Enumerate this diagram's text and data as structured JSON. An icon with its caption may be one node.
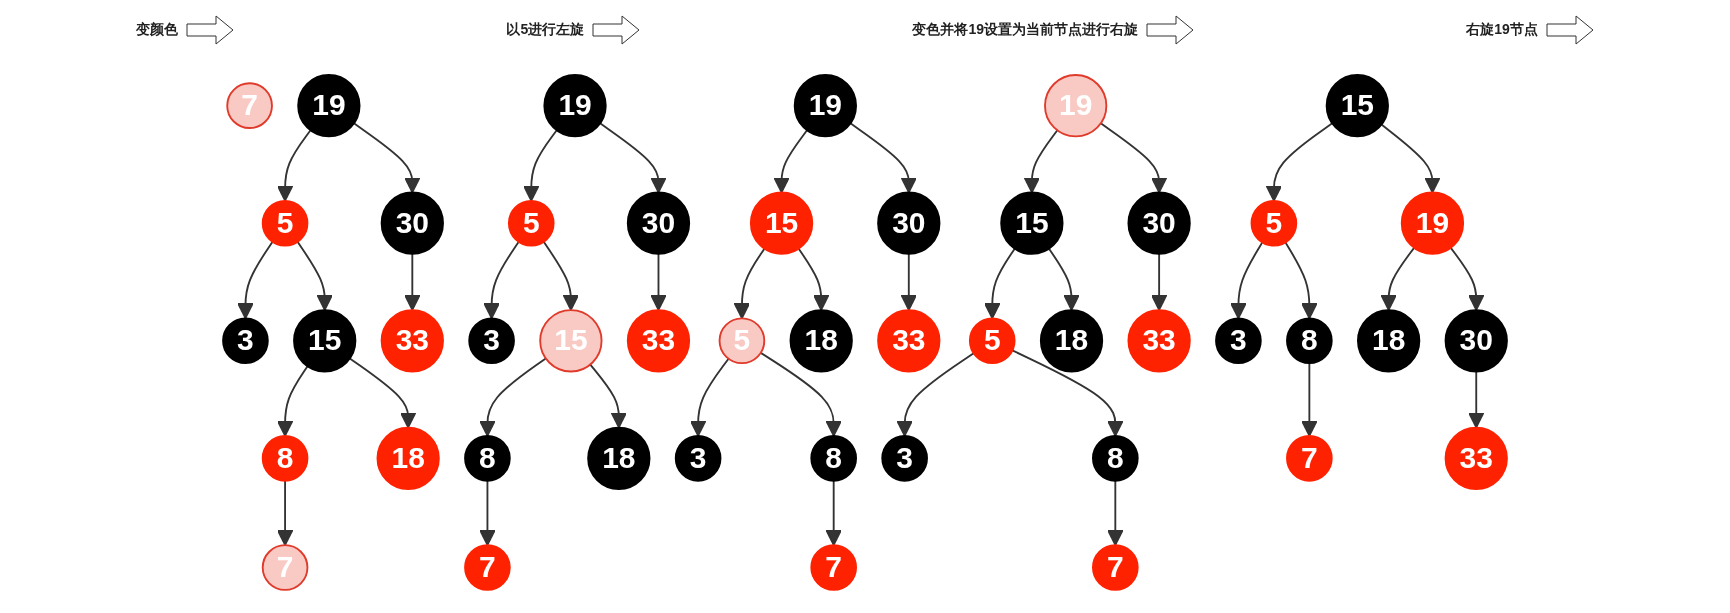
{
  "diagram": {
    "nodes": [
      {
        "text": [
          "7"
        ]
      },
      {
        "text": [
          "19"
        ]
      },
      {
        "text": [
          "5"
        ]
      },
      {
        "text": [
          "30"
        ]
      },
      {
        "text": [
          "3"
        ]
      },
      {
        "text": [
          "15"
        ]
      },
      {
        "text": [
          "33"
        ]
      },
      {
        "text": [
          "8"
        ]
      },
      {
        "text": [
          "18"
        ]
      },
      {
        "text": [
          "7"
        ]
      },
      {
        "text": [
          "19"
        ]
      },
      {
        "text": [
          "5"
        ]
      },
      {
        "text": [
          "30"
        ]
      },
      {
        "text": [
          "3"
        ]
      },
      {
        "text": [
          "15"
        ]
      },
      {
        "text": [
          "33"
        ]
      },
      {
        "text": [
          "8"
        ]
      },
      {
        "text": [
          "18"
        ]
      },
      {
        "text": [
          "7"
        ]
      },
      {
        "text": [
          "19"
        ]
      },
      {
        "text": [
          "15"
        ]
      },
      {
        "text": [
          "30"
        ]
      },
      {
        "text": [
          "5"
        ]
      },
      {
        "text": [
          "18"
        ]
      },
      {
        "text": [
          "33"
        ]
      },
      {
        "text": [
          "3"
        ]
      },
      {
        "text": [
          "8"
        ]
      },
      {
        "text": [
          "7"
        ]
      },
      {
        "text": [
          "19"
        ]
      },
      {
        "text": [
          "15"
        ]
      },
      {
        "text": [
          "30"
        ]
      },
      {
        "text": [
          "5"
        ]
      },
      {
        "text": [
          "18"
        ]
      },
      {
        "text": [
          "33"
        ]
      },
      {
        "text": [
          "3"
        ]
      },
      {
        "text": [
          "8"
        ]
      },
      {
        "text": [
          "7"
        ]
      },
      {
        "text": [
          "15"
        ]
      },
      {
        "text": [
          "5"
        ]
      },
      {
        "text": [
          "19"
        ]
      },
      {
        "text": [
          "3"
        ]
      },
      {
        "text": [
          "8"
        ]
      },
      {
        "text": [
          "18"
        ]
      },
      {
        "text": [
          "30"
        ]
      },
      {
        "text": [
          "7"
        ]
      },
      {
        "text": [
          "33"
        ]
      }
    ],
    "edges": [
      {
        "from": 1,
        "to": 2,
        "arrow": "to"
      },
      {
        "from": 1,
        "to": 3,
        "arrow": "to"
      },
      {
        "from": 2,
        "to": 4,
        "arrow": "to"
      },
      {
        "from": 2,
        "to": 5,
        "arrow": "to"
      },
      {
        "from": 3,
        "to": 6,
        "arrow": "to"
      },
      {
        "from": 5,
        "to": 7,
        "arrow": "to"
      },
      {
        "from": 5,
        "to": 8,
        "arrow": "to"
      },
      {
        "from": 7,
        "to": 9,
        "arrow": "to"
      },
      {
        "from": 10,
        "to": 11,
        "arrow": "to"
      },
      {
        "from": 10,
        "to": 12,
        "arrow": "to"
      },
      {
        "from": 11,
        "to": 13,
        "arrow": "to"
      },
      {
        "from": 11,
        "to": 14,
        "arrow": "to"
      },
      {
        "from": 12,
        "to": 15,
        "arrow": "to"
      },
      {
        "from": 14,
        "to": 16,
        "arrow": "to"
      },
      {
        "from": 14,
        "to": 17,
        "arrow": "to"
      },
      {
        "from": 16,
        "to": 18,
        "arrow": "to"
      },
      {
        "from": 19,
        "to": 20,
        "arrow": "to"
      },
      {
        "from": 19,
        "to": 21,
        "arrow": "to"
      },
      {
        "from": 20,
        "to": 22,
        "arrow": "to"
      },
      {
        "from": 20,
        "to": 23,
        "arrow": "to"
      },
      {
        "from": 21,
        "to": 24,
        "arrow": "to"
      },
      {
        "from": 22,
        "to": 25,
        "arrow": "to"
      },
      {
        "from": 22,
        "to": 26,
        "arrow": "to"
      },
      {
        "from": 26,
        "to": 27,
        "arrow": "to"
      },
      {
        "from": 28,
        "to": 29,
        "arrow": "to"
      },
      {
        "from": 28,
        "to": 30,
        "arrow": "to"
      },
      {
        "from": 29,
        "to": 31,
        "arrow": "to"
      },
      {
        "from": 29,
        "to": 32,
        "arrow": "to"
      },
      {
        "from": 30,
        "to": 33,
        "arrow": "to"
      },
      {
        "from": 31,
        "to": 34,
        "arrow": "to"
      },
      {
        "from": 31,
        "to": 35,
        "arrow": "to"
      },
      {
        "from": 35,
        "to": 36,
        "arrow": "to"
      },
      {
        "from": 37,
        "to": 38,
        "arrow": "to"
      },
      {
        "from": 37,
        "to": 39,
        "arrow": "to"
      },
      {
        "from": 38,
        "to": 40,
        "arrow": "to"
      },
      {
        "from": 38,
        "to": 41,
        "arrow": "to"
      },
      {
        "from": 39,
        "to": 42,
        "arrow": "to"
      },
      {
        "from": 39,
        "to": 43,
        "arrow": "to"
      },
      {
        "from": 41,
        "to": 44,
        "arrow": "to"
      },
      {
        "from": 43,
        "to": 45,
        "arrow": "to"
      }
    ],
    "labels": [
      "变颜色",
      "以5进行左旋",
      "变色并将19设置为当前节点进行右旋",
      "右旋19节点"
    ]
  }
}
